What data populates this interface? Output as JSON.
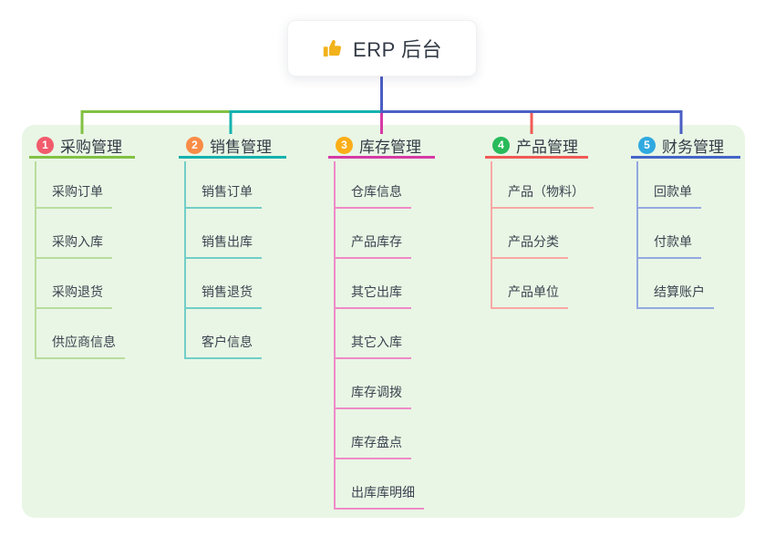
{
  "root": {
    "label": "ERP 后台",
    "icon": "thumbs-up-icon",
    "icon_color": "#f2b21c"
  },
  "canvas": {
    "panel_color": "#e9f6e5",
    "bus_color": "#4a5ec4"
  },
  "branches": [
    {
      "index": "1",
      "label": "采购管理",
      "badge_color": "#f15b6c",
      "line_color": "#82c143",
      "sub_line_color": "#b9dd9e",
      "children": [
        "采购订单",
        "采购入库",
        "采购退货",
        "供应商信息"
      ]
    },
    {
      "index": "2",
      "label": "销售管理",
      "badge_color": "#f98c46",
      "line_color": "#14b2ae",
      "sub_line_color": "#72cec8",
      "children": [
        "销售订单",
        "销售出库",
        "销售退货",
        "客户信息"
      ]
    },
    {
      "index": "3",
      "label": "库存管理",
      "badge_color": "#fbae17",
      "line_color": "#d63aa5",
      "sub_line_color": "#ef8ac7",
      "children": [
        "仓库信息",
        "产品库存",
        "其它出库",
        "其它入库",
        "库存调拨",
        "库存盘点",
        "出库库明细"
      ]
    },
    {
      "index": "4",
      "label": "产品管理",
      "badge_color": "#28ba5b",
      "line_color": "#f05a56",
      "sub_line_color": "#f8a8a5",
      "children": [
        "产品（物料）",
        "产品分类",
        "产品单位"
      ]
    },
    {
      "index": "5",
      "label": "财务管理",
      "badge_color": "#30a9e0",
      "line_color": "#4465c8",
      "sub_line_color": "#93a8e0",
      "children": [
        "回款单",
        "付款单",
        "结算账户"
      ]
    }
  ]
}
